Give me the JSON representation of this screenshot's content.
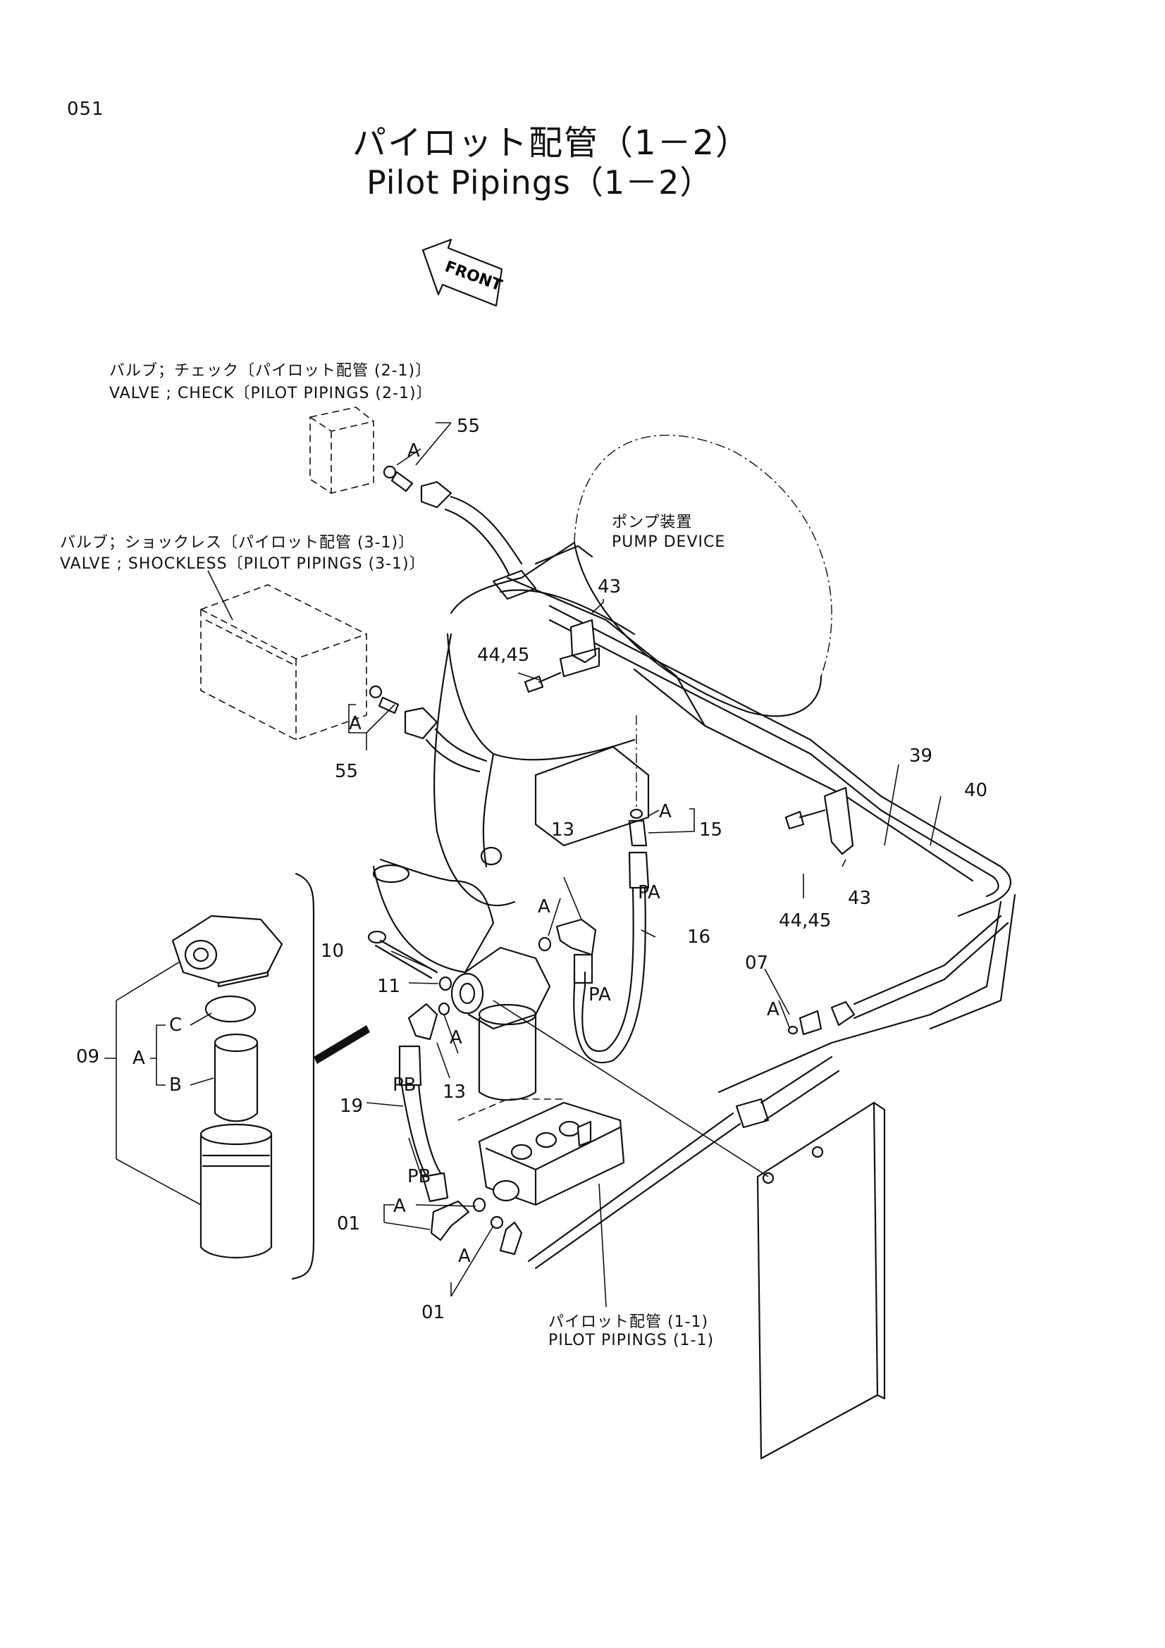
{
  "page_number": "051",
  "title_jp": "パイロット配管（1－2）",
  "title_en": "Pilot Pipings（1－2）",
  "front_marker": "FRONT",
  "labels": {
    "check_valve_jp": "バルブ；チェック〔パイロット配管 (2-1)〕",
    "check_valve_en": "VALVE ; CHECK〔PILOT PIPINGS (2-1)〕",
    "shockless_jp": "バルブ；ショックレス〔パイロット配管 (3-1)〕",
    "shockless_en": "VALVE ; SHOCKLESS〔PILOT PIPINGS (3-1)〕",
    "pump_jp": "ポンプ装置",
    "pump_en": "PUMP DEVICE",
    "pilot11_jp": "パイロット配管 (1-1)",
    "pilot11_en": "PILOT PIPINGS (1-1)"
  },
  "callouts": {
    "p55_top": "55",
    "a_top": "A",
    "p43_top": "43",
    "p4445_top": "44,45",
    "a_mid": "A",
    "p55_mid": "55",
    "p39": "39",
    "p40": "40",
    "a_15": "A",
    "p15": "15",
    "p13_top": "13",
    "a_13": "A",
    "pa_top": "PA",
    "p16": "16",
    "p43_right": "43",
    "p4445_right": "44,45",
    "p10": "10",
    "p11": "11",
    "pa_low": "PA",
    "p07": "07",
    "a_07": "A",
    "p09": "09",
    "a_09": "A",
    "c_09": "C",
    "b_09": "B",
    "a_13b": "A",
    "p13_low": "13",
    "pb_top": "PB",
    "p19": "19",
    "pb_low": "PB",
    "a_01": "A",
    "p01_top": "01",
    "a_01b": "A",
    "p01_low": "01"
  }
}
